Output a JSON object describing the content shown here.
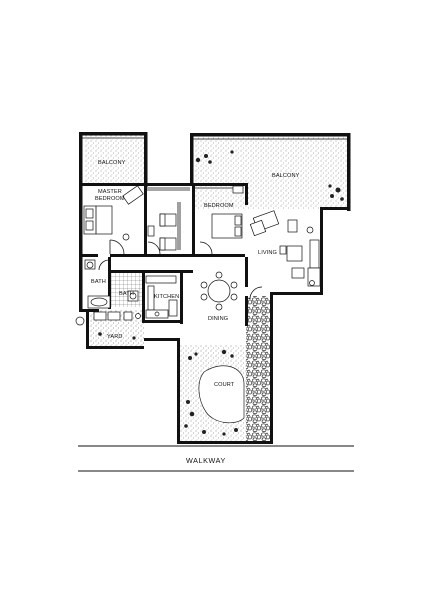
{
  "plan": {
    "rooms": {
      "balcony_left": "BALCONY",
      "balcony_right": "BALCONY",
      "master_bedroom_line1": "MASTER",
      "master_bedroom_line2": "BEDROOM",
      "bedroom": "BEDROOM",
      "living": "LIVING",
      "bath": "BATH",
      "bath2": "BATH",
      "kitchen": "KITCHEN",
      "dining": "DINING",
      "yard": "YARD",
      "court": "COURT"
    },
    "walkway": "WALKWAY"
  }
}
